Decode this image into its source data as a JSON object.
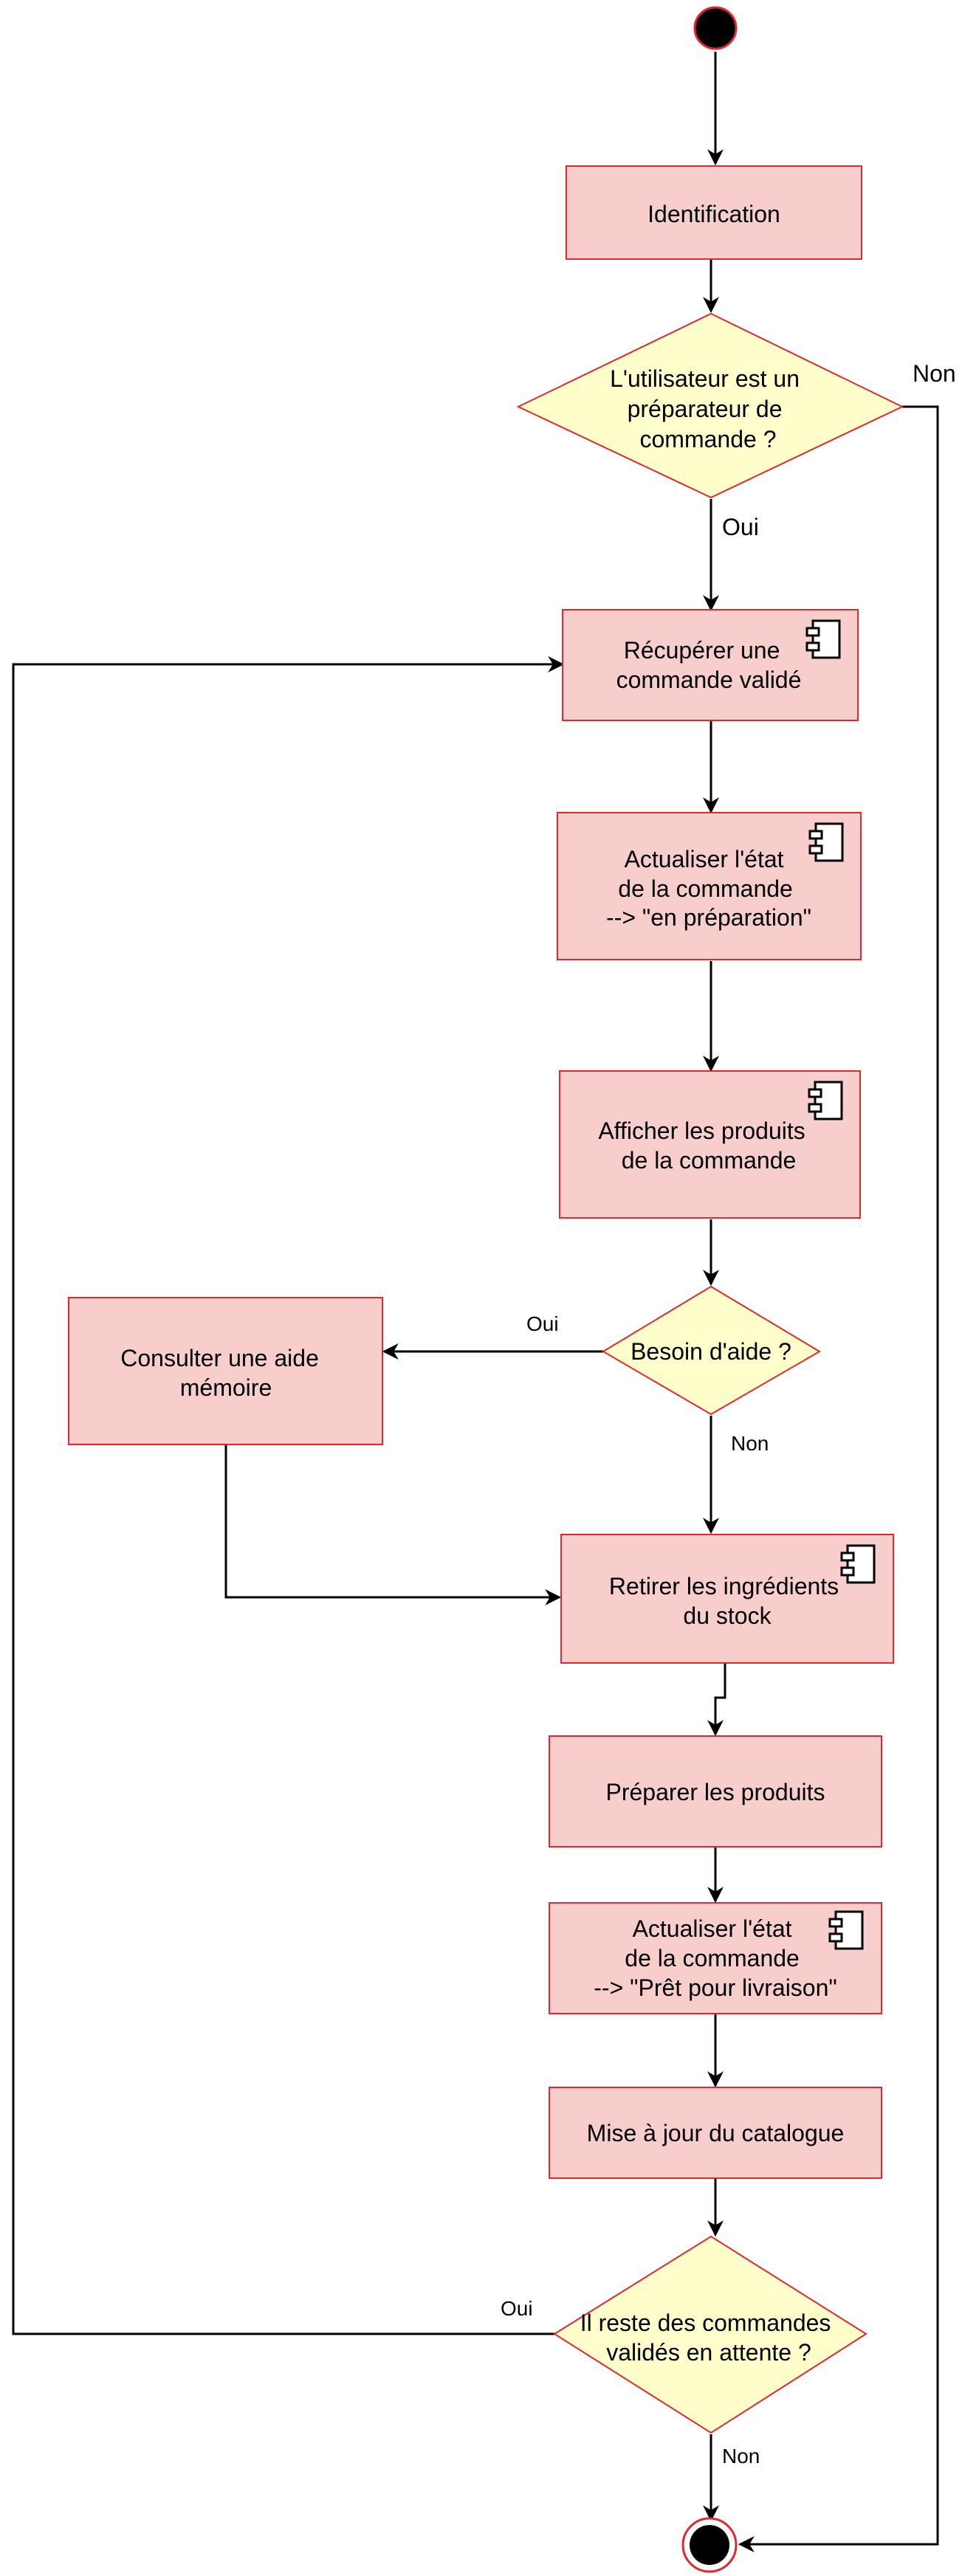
{
  "colors": {
    "process_fill": "#f8cecc",
    "process_stroke": "#e0282e",
    "decision_fill": "#ffffcc",
    "decision_stroke": "#e0282e",
    "edge": "#000000",
    "terminal": "#000000",
    "terminal_ring": "#e0282e"
  },
  "nodes": {
    "identification": [
      "Identification"
    ],
    "is_preparer": [
      "L'utilisateur est un",
      "préparateur de",
      "commande ?"
    ],
    "get_order": [
      "Récupérer une",
      "commande validé"
    ],
    "update_in_prep": [
      "Actualiser l'état",
      "de la commande",
      "--> \"en préparation\""
    ],
    "show_products": [
      "Afficher les produits",
      "de la commande"
    ],
    "need_help": [
      "Besoin d'aide ?"
    ],
    "consult_help": [
      "Consulter une aide",
      "mémoire"
    ],
    "remove_ingredients": [
      "Retirer les ingrédients",
      "du stock"
    ],
    "prepare_products": [
      "Préparer les produits"
    ],
    "update_ready": [
      "Actualiser l'état",
      "de la commande",
      "--> \"Prêt pour livraison\""
    ],
    "update_catalog": [
      "Mise à jour du catalogue"
    ],
    "orders_remaining": [
      "Il reste des commandes",
      "validés en attente ?"
    ]
  },
  "edge_labels": {
    "is_preparer_no": "Non",
    "is_preparer_yes": "Oui",
    "need_help_yes": "Oui",
    "need_help_no": "Non",
    "orders_remaining_yes": "Oui",
    "orders_remaining_no": "Non"
  },
  "component_icon_name": "component-icon"
}
